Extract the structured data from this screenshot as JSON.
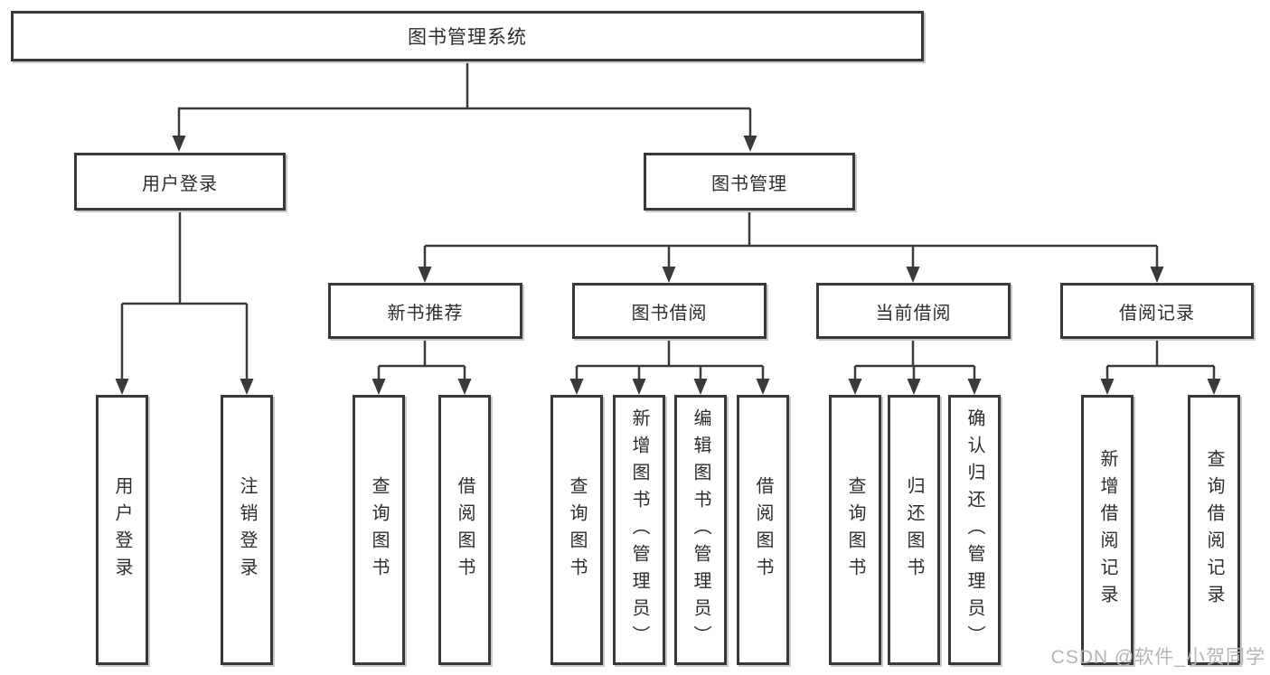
{
  "tree": {
    "root": "图书管理系统",
    "user_login": {
      "label": "用户登录",
      "children": [
        "用户登录",
        "注销登录"
      ]
    },
    "book_mgmt": {
      "label": "图书管理",
      "sections": [
        {
          "label": "新书推荐",
          "children": [
            "查询图书",
            "借阅图书"
          ]
        },
        {
          "label": "图书借阅",
          "children": [
            "查询图书",
            "新增图书（管理员）",
            "编辑图书（管理员）",
            "借阅图书"
          ]
        },
        {
          "label": "当前借阅",
          "children": [
            "查询图书",
            "归还图书",
            "确认归还（管理员）"
          ]
        },
        {
          "label": "借阅记录",
          "children": [
            "新增借阅记录",
            "查询借阅记录"
          ]
        }
      ]
    }
  },
  "watermark": "CSDN @软件_小贺同学",
  "colors": {
    "line": "#3a3a3a",
    "box_border": "#383838",
    "text": "#2d2d2d",
    "watermark_text": "#b5b5b5",
    "background": "#ffffff"
  }
}
